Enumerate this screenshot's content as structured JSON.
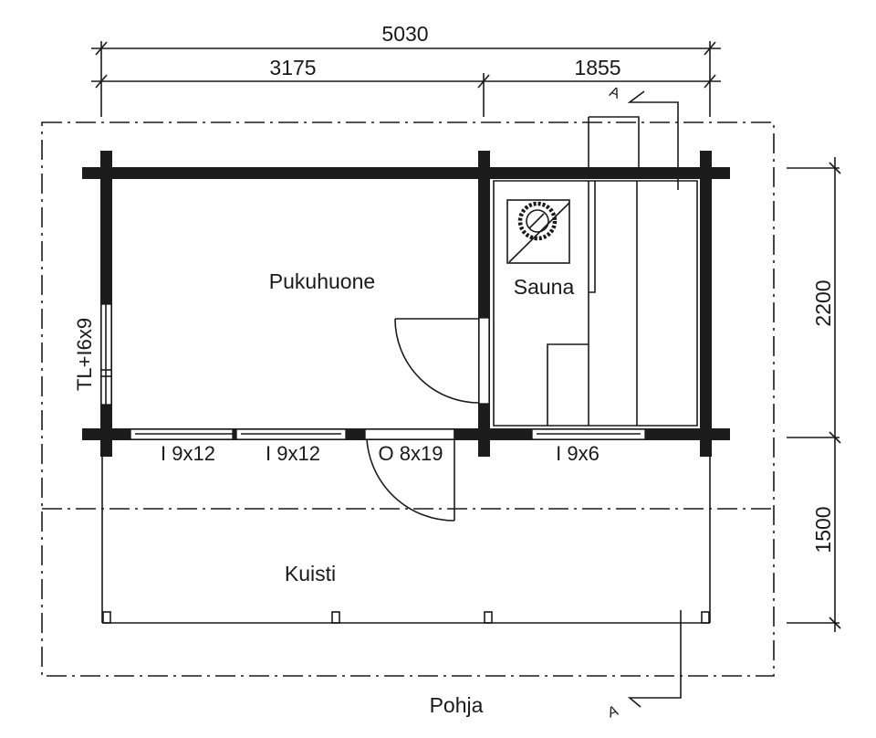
{
  "drawing": {
    "title": "Pohja",
    "rooms": {
      "dressing_room": "Pukuhuone",
      "sauna": "Sauna",
      "porch": "Kuisti"
    },
    "dimensions": {
      "overall_width": "5030",
      "dressing_room_width": "3175",
      "sauna_width": "1855",
      "building_depth": "2200",
      "porch_depth": "1500"
    },
    "openings": {
      "side_window": "TL+I6x9",
      "front_window_1": "I 9x12",
      "front_window_2": "I 9x12",
      "front_door": "O 8x19",
      "sauna_window": "I 9x6"
    },
    "section_marker": "A",
    "icons": [
      "sauna-stove-icon",
      "section-arrow-icon",
      "door-swing-icon"
    ],
    "colors": {
      "ink": "#1a1a1a",
      "wall": "#1c1c1c",
      "paper": "#ffffff"
    }
  }
}
